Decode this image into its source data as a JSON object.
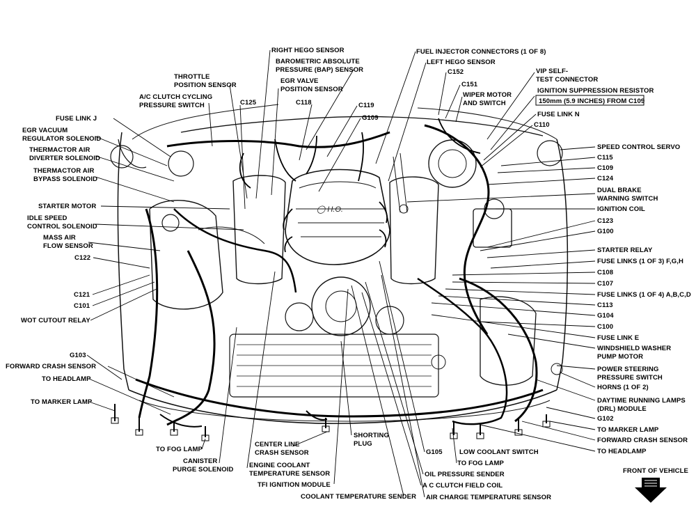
{
  "diagram": {
    "labels": {
      "right_hego": "RIGHT HEGO SENSOR",
      "bap_1": "BAROMETRIC ABSOLUTE",
      "bap_2": "PRESSURE (BAP) SENSOR",
      "throttle_1": "THROTTLE",
      "throttle_2": "POSITION SENSOR",
      "egr_valve_1": "EGR VALVE",
      "egr_valve_2": "POSITION SENSOR",
      "ac_cycling_1": "A/C CLUTCH CYCLING",
      "ac_cycling_2": "PRESSURE SWITCH",
      "c125": "C125",
      "c118": "C118",
      "c119": "C119",
      "g109": "G109",
      "fuel_injector": "FUEL INJECTOR CONNECTORS (1 OF 8)",
      "left_hego": "LEFT HEGO SENSOR",
      "c152": "C152",
      "c151": "C151",
      "wiper_1": "WIPER MOTOR",
      "wiper_2": "AND SWITCH",
      "vip_1": "VIP SELF-",
      "vip_2": "TEST CONNECTOR",
      "ign_supp": "IGNITION SUPPRESSION RESISTOR",
      "ign_supp_box": "150mm (5.9 INCHES) FROM C109",
      "fuse_link_n": "FUSE LINK N",
      "c110": "C110",
      "speed_control": "SPEED CONTROL SERVO",
      "c115": "C115",
      "c109": "C109",
      "c124": "C124",
      "dual_brake_1": "DUAL BRAKE",
      "dual_brake_2": "WARNING SWITCH",
      "ignition_coil": "IGNITION COIL",
      "c123": "C123",
      "g100": "G100",
      "starter_relay": "STARTER RELAY",
      "fuse_fgh": "FUSE LINKS (1 OF 3) F,G,H",
      "c108": "C108",
      "c107": "C107",
      "fuse_abcd": "FUSE LINKS (1 OF 4) A,B,C,D",
      "c113": "C113",
      "g104": "G104",
      "c100": "C100",
      "fuse_link_e": "FUSE LINK E",
      "washer_1": "WINDSHIELD WASHER",
      "washer_2": "PUMP MOTOR",
      "ps_1": "POWER STEERING",
      "ps_2": "PRESSURE SWITCH",
      "horns": "HORNS (1 OF 2)",
      "drl_1": "DAYTIME RUNNING LAMPS",
      "drl_2": "(DRL) MODULE",
      "g102": "G102",
      "marker_r": "TO MARKER LAMP",
      "crash_r": "FORWARD CRASH SENSOR",
      "headlamp_r": "TO HEADLAMP",
      "front_vehicle": "FRONT OF VEHICLE",
      "fuse_link_j": "FUSE LINK J",
      "egr_vac_1": "EGR VACUUM",
      "egr_vac_2": "REGULATOR SOLENOID",
      "therm_div_1": "THERMACTOR AIR",
      "therm_div_2": "DIVERTER SOLENOID",
      "therm_byp_1": "THERMACTOR AIR",
      "therm_byp_2": "BYPASS SOLENOID",
      "starter_motor": "STARTER MOTOR",
      "idle_1": "IDLE SPEED",
      "idle_2": "CONTROL SOLENOID",
      "maf_1": "MASS AIR",
      "maf_2": "FLOW SENSOR",
      "c122": "C122",
      "c121": "C121",
      "c101": "C101",
      "wot": "WOT CUTOUT RELAY",
      "g103": "G103",
      "crash_l": "FORWARD CRASH SENSOR",
      "headlamp_l": "TO HEADLAMP",
      "marker_l": "TO MARKER LAMP",
      "fog_l": "TO FOG LAMP",
      "canister_1": "CANISTER",
      "canister_2": "PURGE SOLENOID",
      "center_crash_1": "CENTER LINE",
      "center_crash_2": "CRASH SENSOR",
      "ect_1": "ENGINE COOLANT",
      "ect_2": "TEMPERATURE SENSOR",
      "tfi": "TFI IGNITION MODULE",
      "coolant_sender": "COOLANT TEMPERATURE SENDER",
      "shorting_1": "SHORTING",
      "shorting_2": "PLUG",
      "g105": "G105",
      "low_coolant": "LOW COOLANT SWITCH",
      "fog_r": "TO FOG LAMP",
      "oil_pressure": "OIL PRESSURE SENDER",
      "ac_field": "A C CLUTCH FIELD COIL",
      "act": "AIR CHARGE TEMPERATURE SENSOR"
    }
  }
}
